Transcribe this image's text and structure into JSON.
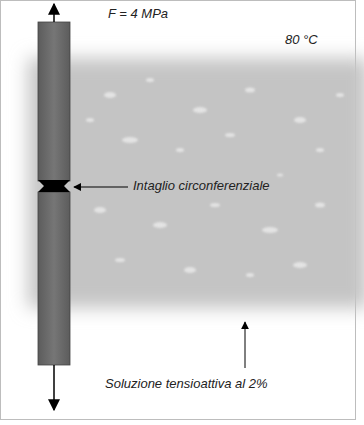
{
  "diagram": {
    "labels": [
      "F = 4 MPa",
      "80 °C",
      "Intaglio circonferenziale",
      "Soluzione tensioattiva al 2%"
    ]
  }
}
